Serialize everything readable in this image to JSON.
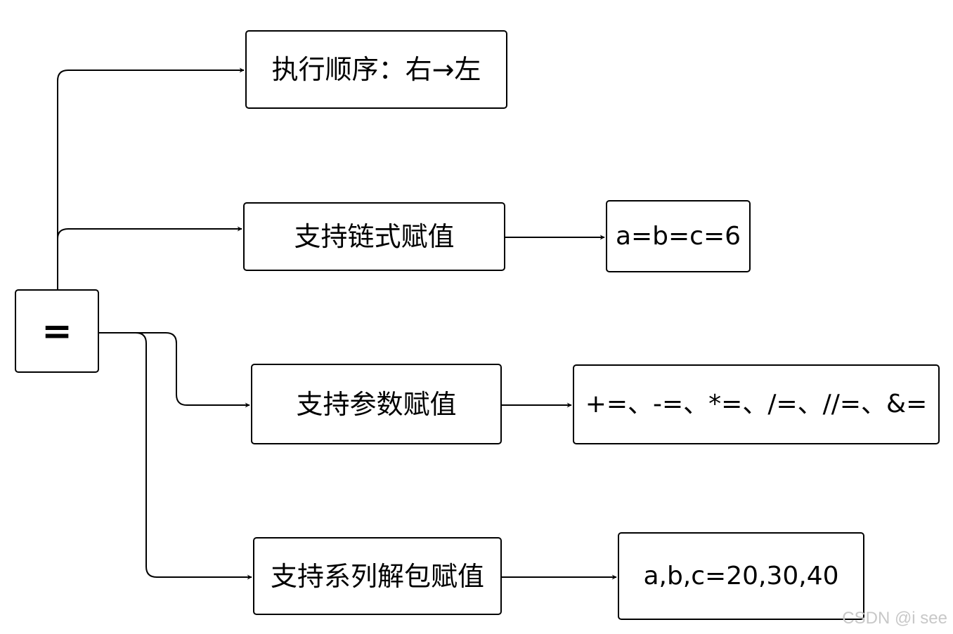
{
  "root": {
    "label": "="
  },
  "branches": [
    {
      "label": "执行顺序：右→左",
      "example": null
    },
    {
      "label": "支持链式赋值",
      "example": "a=b=c=6"
    },
    {
      "label": "支持参数赋值",
      "example": "+=、-=、*=、/=、//=、&="
    },
    {
      "label": "支持系列解包赋值",
      "example": "a,b,c=20,30,40"
    }
  ],
  "watermark": "CSDN @i see",
  "colors": {
    "stroke": "#000000",
    "background": "#ffffff",
    "watermark": "#c8c8c8"
  }
}
